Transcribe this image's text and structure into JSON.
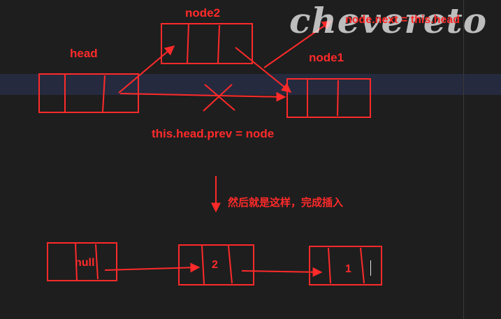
{
  "watermark": "chevereto",
  "labels": {
    "head": "head",
    "node2": "node2",
    "node1": "node1",
    "next_assign": "node.next = this.head",
    "prev_assign": "this.head.prev = node",
    "result_note": "然后就是这样，完成插入"
  },
  "bottom_nodes": {
    "null_node": "null",
    "node_2": "2",
    "node_1": "1"
  },
  "colors": {
    "background": "#1e1e1e",
    "diagram_red": "#ff2a2a",
    "band": "#262a3e"
  }
}
